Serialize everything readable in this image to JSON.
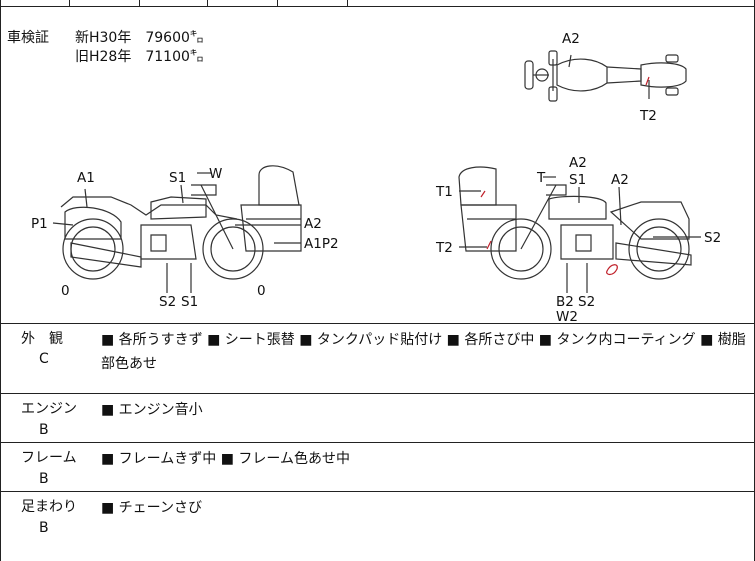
{
  "inspection": {
    "label": "車検証",
    "new_line": "新H30年　79600㌔",
    "old_line": "旧H28年　71100㌔"
  },
  "top_view": {
    "labels": [
      "A2",
      "T2"
    ]
  },
  "left_side_view": {
    "labels": [
      "A1",
      "S1",
      "W",
      "P1",
      "A2",
      "A1P2",
      "0",
      "S2",
      "S1",
      "0"
    ]
  },
  "right_side_view": {
    "labels": [
      "A2",
      "T",
      "S1",
      "A2",
      "T1",
      "S2",
      "T2",
      "B2",
      "S2",
      "W2"
    ]
  },
  "sections": [
    {
      "label": "外　観",
      "grade": "C",
      "notes": "■ 各所うすきず ■ シート張替 ■ タンクパッド貼付け ■ 各所さび中 ■ タンク内コーティング ■ 樹脂部色あせ"
    },
    {
      "label": "エンジン",
      "grade": "B",
      "notes": "■ エンジン音小"
    },
    {
      "label": "フレーム",
      "grade": "B",
      "notes": "■ フレームきず中 ■ フレーム色あせ中"
    },
    {
      "label": "足まわり",
      "grade": "B",
      "notes": "■ チェーンさび"
    }
  ]
}
